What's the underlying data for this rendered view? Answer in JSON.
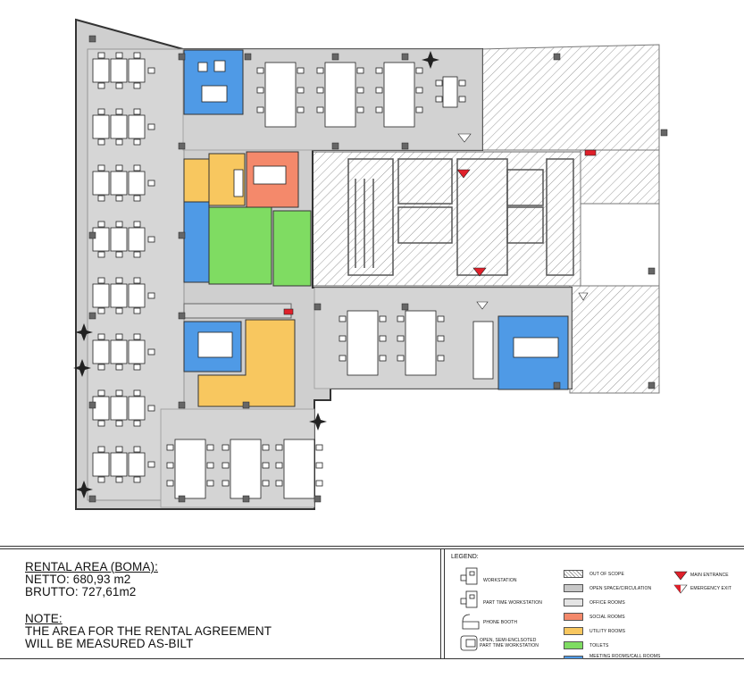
{
  "info": {
    "rental_title": "RENTAL AREA (BOMA):",
    "netto": "NETTO: 680,93 m2",
    "brutto": "BRUTTO: 727,61m2",
    "note_title": "NOTE:",
    "note_line1": "THE AREA FOR THE RENTAL AGREEMENT",
    "note_line2": "WILL BE MEASURED AS-BILT"
  },
  "legend": {
    "title": "LEGEND:",
    "symbols": [
      {
        "name": "workstation",
        "label": "WORKSTATION"
      },
      {
        "name": "part-time-workstation",
        "label": "PART TIME WORKSTATION"
      },
      {
        "name": "phone-booth",
        "label": "PHONE BOOTH"
      },
      {
        "name": "open-semi-enclosed",
        "label_line1": "OPEN, SEMI-ENCLSOTED",
        "label_line2": "PART TIME WORKSTATION"
      }
    ],
    "areas": [
      {
        "name": "out-of-scope",
        "label": "OUT OF SCOPE",
        "color": "#ffffff",
        "hatched": true
      },
      {
        "name": "open-space",
        "label": "OPEN SPACE/CIRCULATION",
        "color": "#c8c8c8"
      },
      {
        "name": "office-rooms",
        "label": "OFFICE ROOMS",
        "color": "#e4e4e4"
      },
      {
        "name": "social-rooms",
        "label": "SOCIAL ROOMS",
        "color": "#f4896b"
      },
      {
        "name": "utility-rooms",
        "label": "UTILITY ROOMS",
        "color": "#f8c75f"
      },
      {
        "name": "toilets",
        "label": "TOILETS",
        "color": "#7fdc62"
      },
      {
        "name": "meeting-rooms",
        "label": "MEETING ROOMS/CALL ROOMS",
        "color": "#4f9ae6"
      }
    ],
    "entrances": [
      {
        "name": "main-entrance",
        "label": "MAIN ENTRANCE",
        "color": "#e0202a"
      },
      {
        "name": "emergency-exit",
        "label": "EMERGENCY EXIT",
        "color": "#e0202a"
      }
    ]
  },
  "colors": {
    "open_space": "#c8c8c8",
    "social": "#f4896b",
    "utility": "#f8c75f",
    "toilets": "#7fdc62",
    "meeting": "#4f9ae6",
    "entrance": "#e0202a"
  }
}
